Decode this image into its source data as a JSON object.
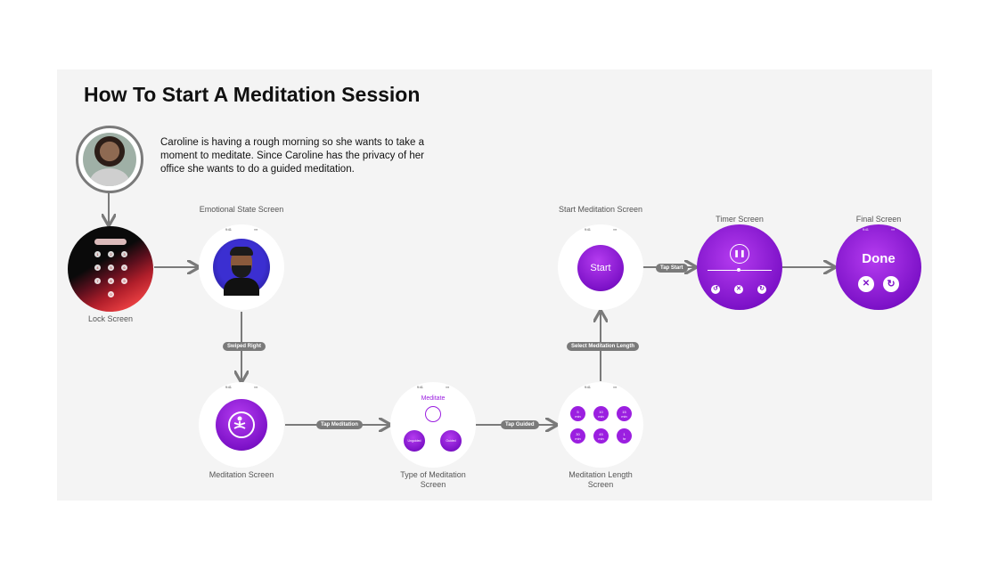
{
  "title": "How To Start A Meditation Session",
  "persona": {
    "description": "Caroline is having a rough morning so she wants to take a moment to meditate. Since Caroline has the privacy of her office she wants to do a guided meditation."
  },
  "status_time": "9:41",
  "screens": {
    "lock": {
      "label": "Lock Screen",
      "keys": [
        "1",
        "2",
        "3",
        "4",
        "5",
        "6",
        "7",
        "8",
        "9",
        "0"
      ]
    },
    "emotional": {
      "label": "Emotional State Screen"
    },
    "meditation": {
      "label": "Meditation Screen"
    },
    "type": {
      "label": "Type of Meditation Screen",
      "heading": "Meditate",
      "option_a": "Unguided",
      "option_b": "Guided"
    },
    "length": {
      "label": "Meditation Length Screen",
      "options": [
        [
          "5",
          "min"
        ],
        [
          "10",
          "min"
        ],
        [
          "15",
          "min"
        ],
        [
          "30",
          "min"
        ],
        [
          "45",
          "min"
        ],
        [
          "1",
          "hr"
        ]
      ]
    },
    "start": {
      "label": "Start Meditation Screen",
      "button": "Start"
    },
    "timer": {
      "label": "Timer Screen"
    },
    "final": {
      "label": "Final Screen",
      "heading": "Done"
    }
  },
  "transitions": {
    "swiped_right": "Swiped Right",
    "tap_meditation": "Tap Meditation",
    "tap_guided": "Tap Guided",
    "select_length": "Select Meditation Length",
    "tap_start": "Tap Start"
  },
  "colors": {
    "accent": "#8a1ad6",
    "connector": "#7a7a7a",
    "panel": "#f4f4f4"
  }
}
